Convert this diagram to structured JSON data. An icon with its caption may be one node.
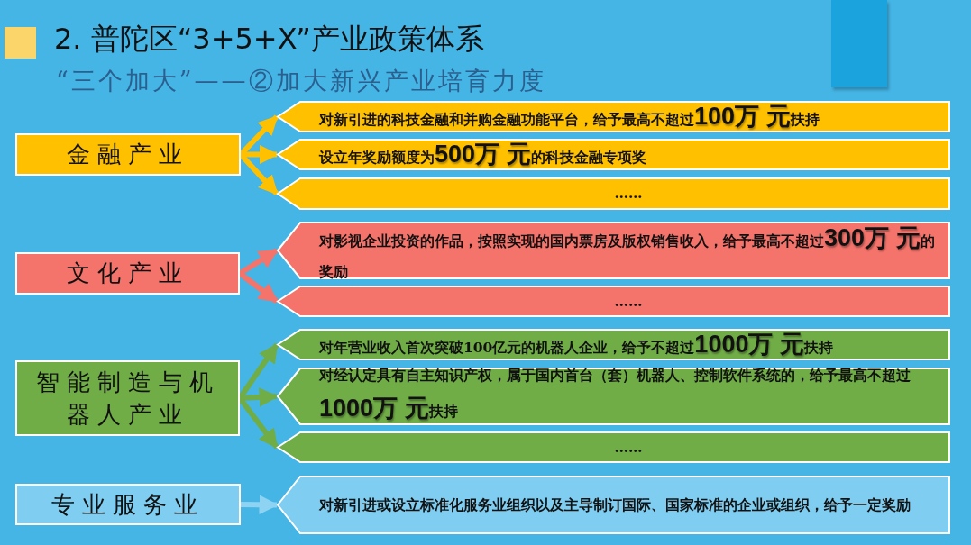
{
  "diagram": {
    "title": "2. 普陀区“3+5+X”产业政策体系",
    "nodes": [
      {
        "text": [
          "金融产业"
        ]
      },
      {
        "text": [
          "对新引进的科技金融和并购金融功能平台，给予最高不超过**100万 元**扶持"
        ]
      },
      {
        "text": [
          "设立年奖励额度为**500万 元**的科技金融专项奖"
        ]
      },
      {
        "text": [
          "……"
        ]
      },
      {
        "text": [
          "文化产业"
        ]
      },
      {
        "text": [
          "对影视企业投资的作品，按照实现的国内票房及版权销售收入，给予最高不超过**300万 元**的奖励"
        ]
      },
      {
        "text": [
          "……"
        ]
      },
      {
        "text": [
          "智能制造与机器人产业"
        ]
      },
      {
        "text": [
          "对年营业收入首次突破100亿元的机器人企业，给予不超过**1000万 元**扶持"
        ]
      },
      {
        "text": [
          "对经认定具有自主知识产权，属于国内首台（套）机器人、控制软件系统的，给予最高不超过**1000万 元**扶持"
        ]
      },
      {
        "text": [
          "……"
        ]
      },
      {
        "text": [
          "专业服务业"
        ]
      },
      {
        "text": [
          "对新引进或设立标准化服务业组织以及主导制订国际、国家标准的企业或组织，给予一定奖励"
        ]
      }
    ],
    "edges": [
      {
        "from": 0,
        "to": 1,
        "arrow": "to",
        "color": "#ffc000"
      },
      {
        "from": 0,
        "to": 2,
        "arrow": "to",
        "color": "#ffc000"
      },
      {
        "from": 0,
        "to": 3,
        "arrow": "to",
        "color": "#ffc000"
      },
      {
        "from": 4,
        "to": 5,
        "arrow": "to",
        "color": "#f4736b"
      },
      {
        "from": 4,
        "to": 6,
        "arrow": "to",
        "color": "#f4736b"
      },
      {
        "from": 7,
        "to": 8,
        "arrow": "to",
        "color": "#70ad47"
      },
      {
        "from": 7,
        "to": 9,
        "arrow": "to",
        "color": "#70ad47"
      },
      {
        "from": 7,
        "to": 10,
        "arrow": "to",
        "color": "#70ad47"
      },
      {
        "from": 11,
        "to": 12,
        "arrow": "to",
        "color": "#8fd3f2"
      }
    ],
    "labels": [
      "“三个加大”——②加大新兴产业培育力度"
    ]
  }
}
